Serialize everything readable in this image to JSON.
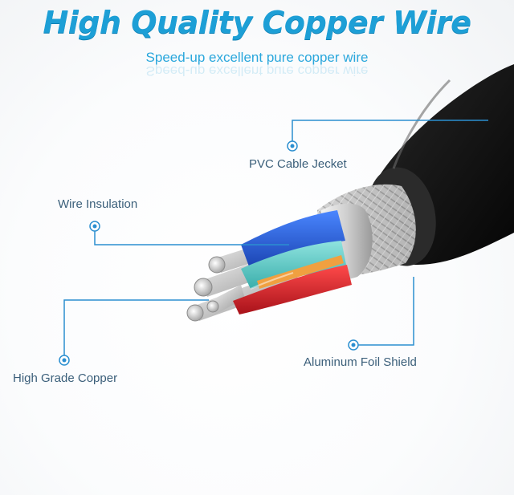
{
  "title": "High Quality Copper Wire",
  "subtitle": "Speed-up excellent pure copper wire",
  "callouts": {
    "pvc_jacket": "PVC Cable Jecket",
    "wire_insulation": "Wire Insulation",
    "high_grade_copper": "High Grade Copper",
    "aluminum_foil_shield": "Aluminum Foil Shield"
  },
  "colors": {
    "accent": "#1d9fd6",
    "callout_line": "#2b8fd0",
    "label_text": "#3b5f7a",
    "jacket": "#1a1a1a",
    "wire_blue": "#2f64d8",
    "wire_teal": "#5bc9c6",
    "wire_red": "#d8222a",
    "wire_orange": "#f0a040"
  }
}
